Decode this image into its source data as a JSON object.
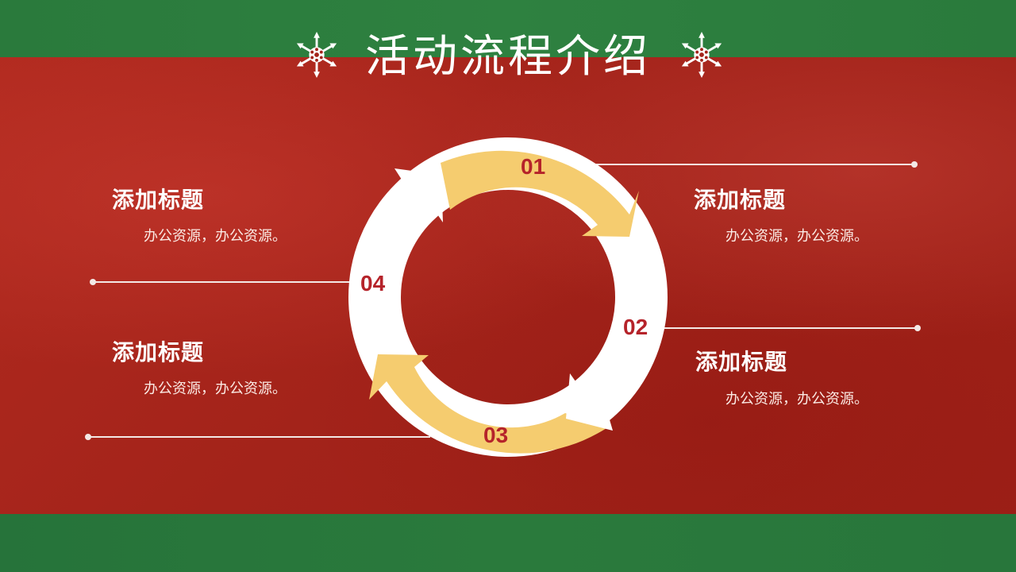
{
  "slide": {
    "title": "活动流程介绍",
    "decor_icon": "snowflake-icon",
    "colors": {
      "green_band": "#2a7a3c",
      "red_background": "#a3231a",
      "ring_yellow": "#f5cc6f",
      "ring_white": "#ffffff",
      "number_text": "#b5232a"
    }
  },
  "cycle": {
    "steps": [
      {
        "number": "01",
        "title": "添加标题",
        "desc": "办公资源，办公资源。"
      },
      {
        "number": "02",
        "title": "添加标题",
        "desc": "办公资源，办公资源。"
      },
      {
        "number": "03",
        "title": "添加标题",
        "desc": "办公资源，办公资源。"
      },
      {
        "number": "04",
        "title": "添加标题",
        "desc": "办公资源，办公资源。"
      }
    ]
  }
}
